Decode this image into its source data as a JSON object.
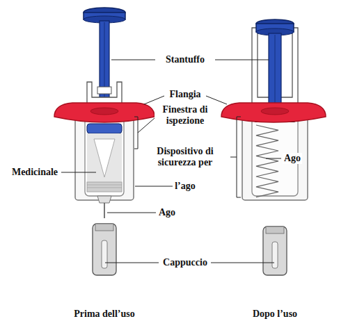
{
  "diagram": {
    "labels": [
      "Stantuffo",
      "Flangia",
      "Finestra di ispezione",
      "Medicinale",
      "Dispositivo di sicurezza per",
      "Ago",
      "l’ago",
      "Ago",
      "Cappuccio",
      "Prima dell’uso",
      "Dopo l’uso"
    ]
  }
}
